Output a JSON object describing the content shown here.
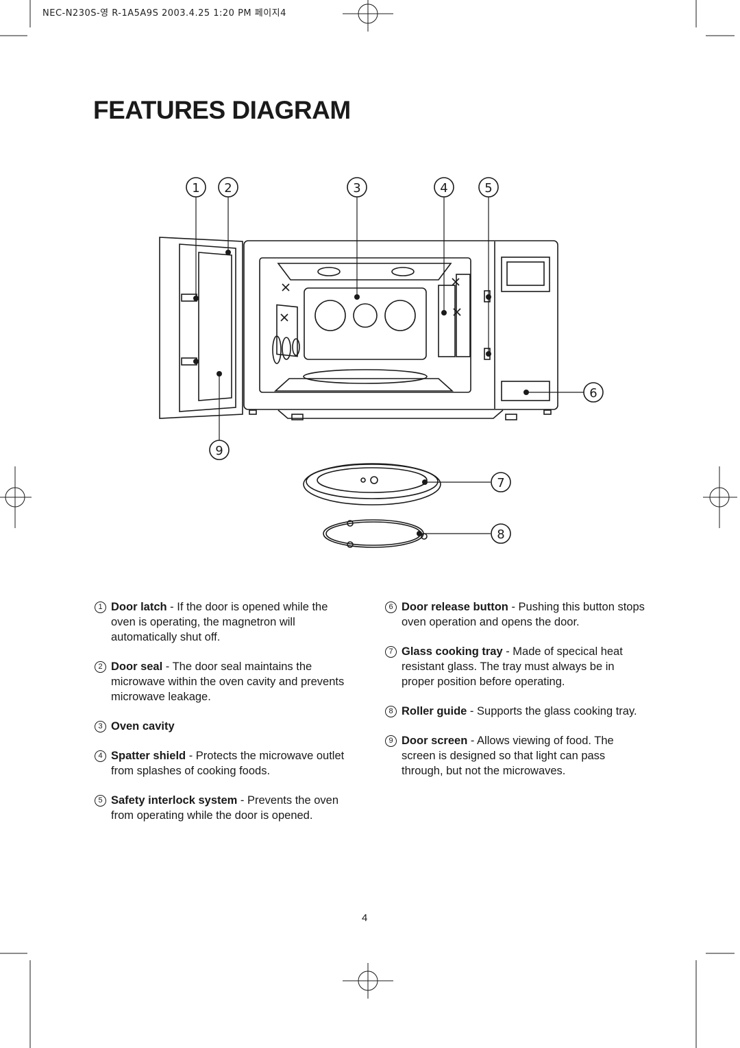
{
  "header": {
    "print_slug": "NEC-N230S-영 R-1A5A9S  2003.4.25 1:20 PM 페이지4"
  },
  "page_title": "FEATURES DIAGRAM",
  "callout_numbers": [
    "1",
    "2",
    "3",
    "4",
    "5",
    "6",
    "7",
    "8",
    "9"
  ],
  "items_left": [
    {
      "num": "1",
      "term": "Door latch",
      "desc": " - If the door is opened while the oven is operating, the magnetron will automatically shut off."
    },
    {
      "num": "2",
      "term": "Door seal",
      "desc": " - The door seal maintains the microwave within the oven cavity and prevents microwave leakage."
    },
    {
      "num": "3",
      "term": "Oven cavity",
      "desc": ""
    },
    {
      "num": "4",
      "term": "Spatter shield",
      "desc": " - Protects the microwave outlet from splashes of cooking foods."
    },
    {
      "num": "5",
      "term": "Safety interlock system",
      "desc": " - Prevents the oven from operating while the door is opened."
    }
  ],
  "items_right": [
    {
      "num": "6",
      "term": "Door release button",
      "desc": " - Pushing this button stops oven operation and opens the door."
    },
    {
      "num": "7",
      "term": "Glass cooking tray",
      "desc": " - Made of specical heat resistant glass. The tray must always be in proper position before operating."
    },
    {
      "num": "8",
      "term": "Roller guide",
      "desc": " - Supports the glass cooking tray."
    },
    {
      "num": "9",
      "term": "Door screen",
      "desc": " - Allows viewing of food. The screen is designed so that light can pass through, but not the microwaves."
    }
  ],
  "page_number": "4"
}
